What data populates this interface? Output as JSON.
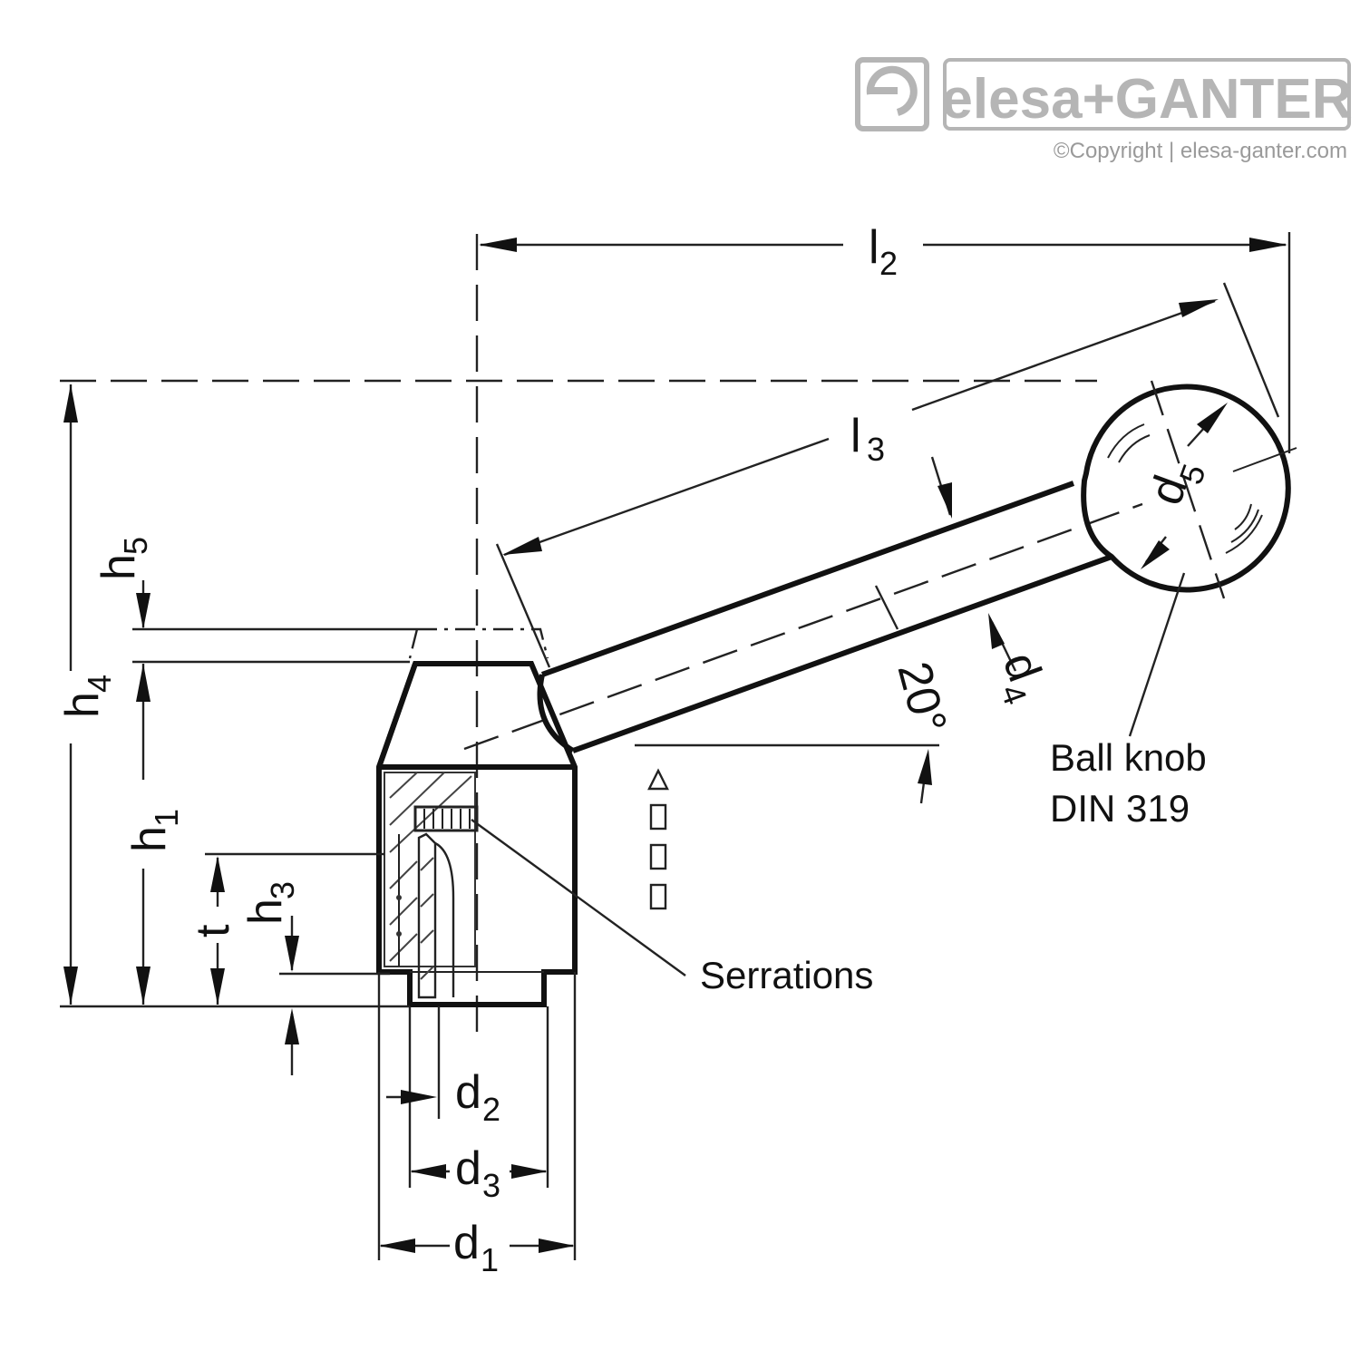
{
  "logo": {
    "brand": "elesa+GANTER",
    "copyright": "©Copyright | elesa-ganter.com"
  },
  "dimensions": {
    "l2": {
      "symbol": "l",
      "index": "2"
    },
    "l3": {
      "symbol": "l",
      "index": "3"
    },
    "h1": {
      "symbol": "h",
      "index": "1"
    },
    "h3": {
      "symbol": "h",
      "index": "3"
    },
    "h4": {
      "symbol": "h",
      "index": "4"
    },
    "h5": {
      "symbol": "h",
      "index": "5"
    },
    "t": {
      "symbol": "t"
    },
    "d1": {
      "symbol": "d",
      "index": "1"
    },
    "d2": {
      "symbol": "d",
      "index": "2"
    },
    "d3": {
      "symbol": "d",
      "index": "3"
    },
    "d4": {
      "symbol": "d",
      "index": "4"
    },
    "d5": {
      "symbol": "d",
      "index": "5"
    },
    "angle": "20°"
  },
  "callouts": {
    "ball_knob_line1": "Ball knob",
    "ball_knob_line2": "DIN 319",
    "serrations": "Serrations"
  }
}
